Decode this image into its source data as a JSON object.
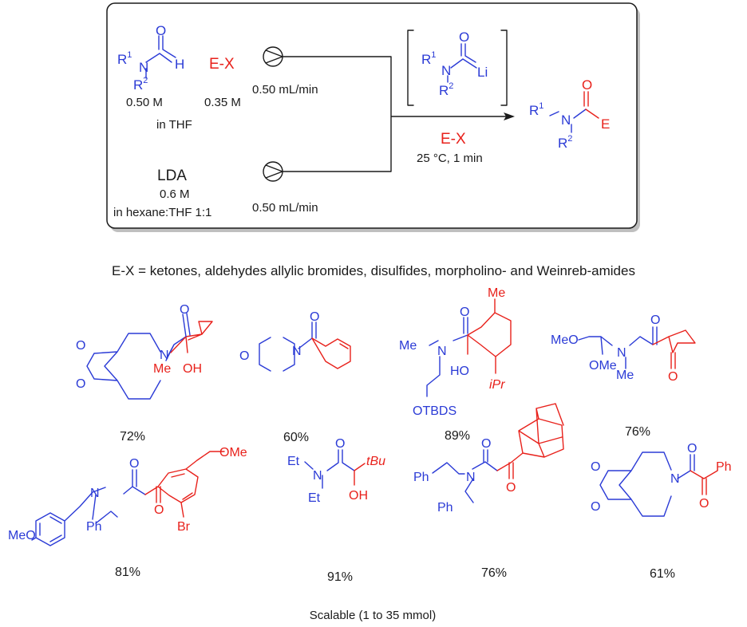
{
  "scheme": {
    "substrate": {
      "r1": "R",
      "r1_sup": "1",
      "r2": "R",
      "r2_sup": "2",
      "n": "N",
      "o": "O",
      "h": "H",
      "conc": "0.50 M",
      "solvent": "in THF"
    },
    "electrophile": {
      "label": "E-X",
      "conc": "0.35 M"
    },
    "flow_rate_top": "0.50 mL/min",
    "base": {
      "label": "LDA",
      "conc": "0.6 M",
      "solvent": "in hexane:THF 1:1"
    },
    "flow_rate_bottom": "0.50 mL/min",
    "intermediate": {
      "r1": "R",
      "r1_sup": "1",
      "r2": "R",
      "r2_sup": "2",
      "n": "N",
      "o": "O",
      "li": "Li"
    },
    "conditions": {
      "reagent": "E-X",
      "temp_time": "25 °C, 1 min"
    },
    "product": {
      "r1": "R",
      "r1_sup": "1",
      "r2": "R",
      "r2_sup": "2",
      "n": "N",
      "o": "O",
      "e": "E"
    }
  },
  "scope_text": "E-X = ketones, aldehydes allylic bromides, disulfides, morpholino- and Weinreb-amides",
  "compounds": {
    "c1": {
      "o1": "O",
      "o2": "O",
      "o3": "O",
      "n": "N",
      "me": "Me",
      "oh": "OH",
      "yield": "72%"
    },
    "c2": {
      "o1": "O",
      "o2": "O",
      "n": "N",
      "yield": "60%"
    },
    "c3": {
      "me_top": "Me",
      "me_n": "Me",
      "n": "N",
      "o": "O",
      "ho": "HO",
      "ipr": "iPr",
      "otbds": "OTBDS",
      "yield": "89%"
    },
    "c4": {
      "meo": "MeO",
      "ome": "OMe",
      "n": "N",
      "me": "Me",
      "o1": "O",
      "o2": "O",
      "yield": "76%"
    },
    "c5": {
      "ome": "OMe",
      "meo": "MeO",
      "n": "N",
      "ph": "Ph",
      "o1": "O",
      "o2": "O",
      "br": "Br",
      "yield": "81%"
    },
    "c6": {
      "et1": "Et",
      "et2": "Et",
      "n": "N",
      "o": "O",
      "tbu": "tBu",
      "oh": "OH",
      "yield": "91%"
    },
    "c7": {
      "ph1": "Ph",
      "ph2": "Ph",
      "n": "N",
      "o1": "O",
      "o2": "O",
      "yield": "76%"
    },
    "c8": {
      "o1": "O",
      "o2": "O",
      "n": "N",
      "o3": "O",
      "o4": "O",
      "ph": "Ph",
      "yield": "61%"
    }
  },
  "footer": "Scalable (1 to 35 mmol)",
  "colors": {
    "reactant_blue": "#2b3bd6",
    "electrophile_red": "#e8211b",
    "text": "#1a1a1a"
  }
}
